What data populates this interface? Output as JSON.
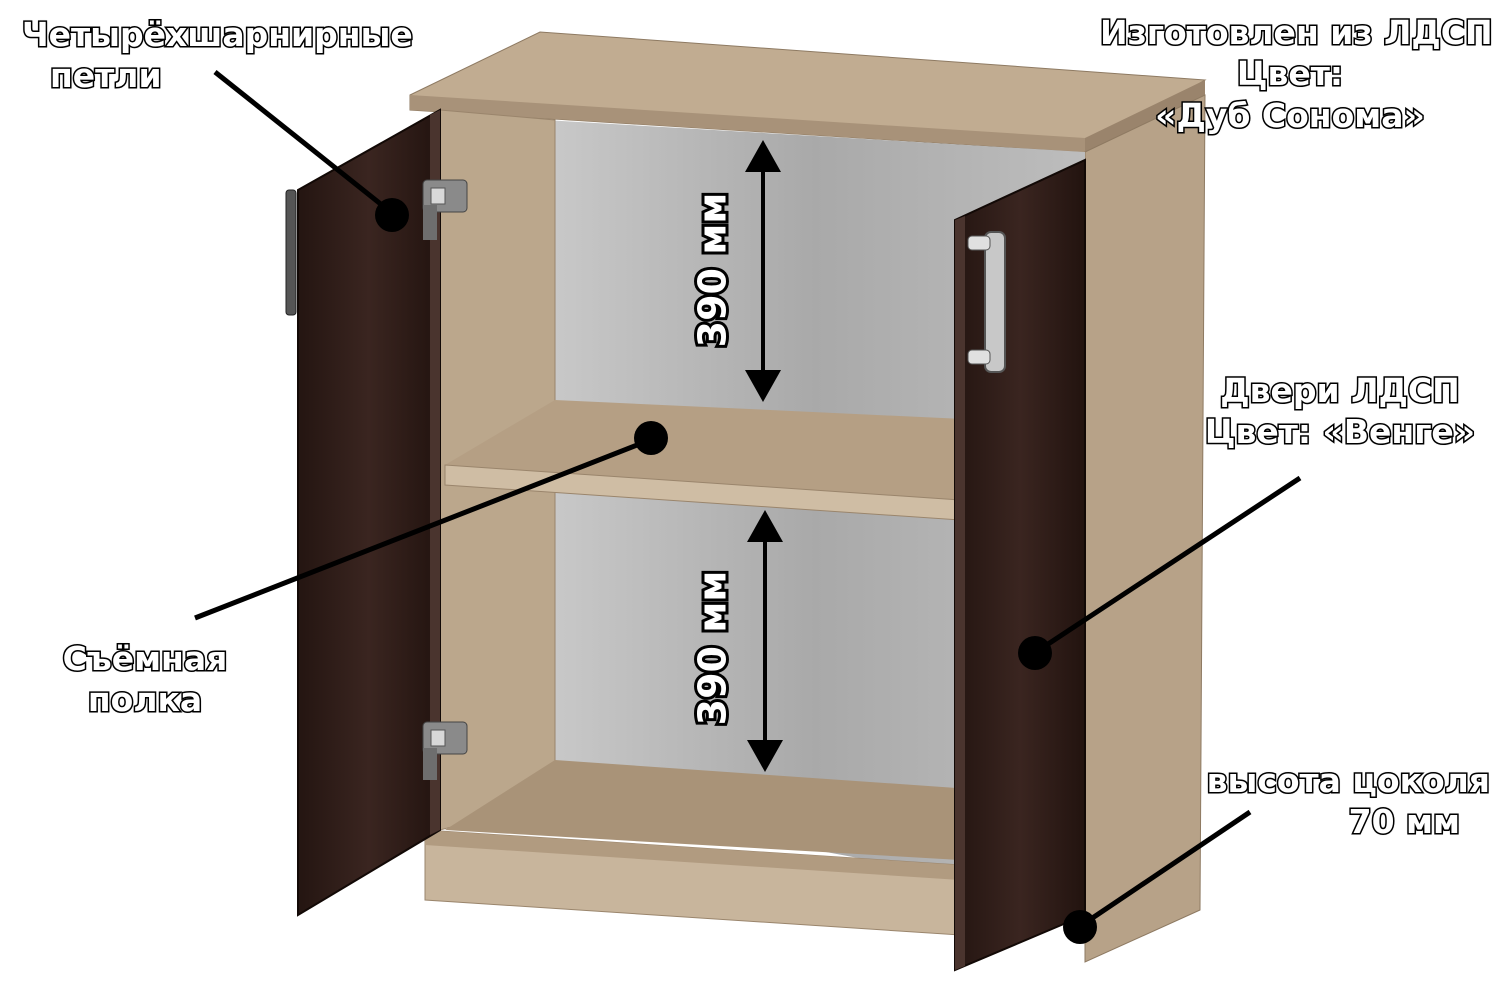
{
  "labels": {
    "hinges": [
      "Четырёхшарнирные",
      "петли"
    ],
    "material": [
      "Изготовлен из ЛДСП",
      "Цвет:",
      "«Дуб Сонома»"
    ],
    "doors": [
      "Двери ЛДСП",
      "Цвет: «Венге»"
    ],
    "shelf": [
      "Съёмная",
      "полка"
    ],
    "plinth": [
      "высота цоколя",
      "70 мм"
    ],
    "dim_upper": "390 мм",
    "dim_lower": "390 мм"
  },
  "colors": {
    "oak_sonoma": "#b49f86",
    "oak_sonoma_light": "#cbb89f",
    "oak_sonoma_dark": "#9c866b",
    "wenge": "#2b1a16",
    "wenge_light": "#3b2621",
    "interior_back": "#b9b9b9",
    "label_fill": "#ffffff",
    "label_stroke": "#000000"
  }
}
